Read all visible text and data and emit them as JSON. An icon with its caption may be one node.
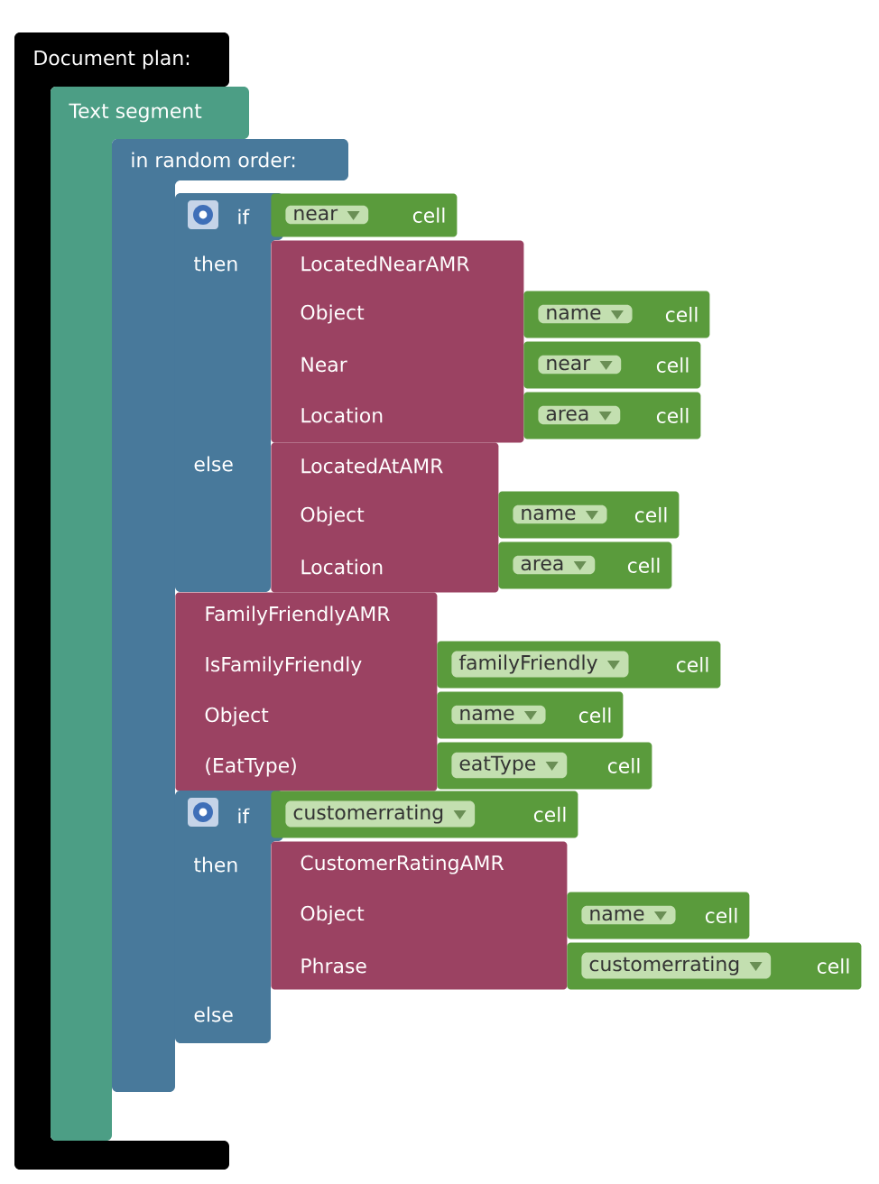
{
  "diagram": {
    "nodes": [
      {
        "text": [
          "Document plan:"
        ]
      },
      {
        "text": [
          "Text segment"
        ]
      },
      {
        "text": [
          "in random order:"
        ]
      },
      {
        "text": [
          "if",
          "then",
          "else"
        ]
      },
      {
        "text": [
          "cell"
        ]
      },
      {
        "text": [
          "near"
        ],
        "in": 4
      },
      {
        "text": [
          "LocatedNearAMR",
          "Object",
          "Near",
          "Location"
        ]
      },
      {
        "text": [
          "cell"
        ]
      },
      {
        "text": [
          "name"
        ],
        "in": 7
      },
      {
        "text": [
          "cell"
        ]
      },
      {
        "text": [
          "near"
        ],
        "in": 9
      },
      {
        "text": [
          "cell"
        ]
      },
      {
        "text": [
          "area"
        ],
        "in": 11
      },
      {
        "text": [
          "LocatedAtAMR",
          "Object",
          "Location"
        ]
      },
      {
        "text": [
          "cell"
        ]
      },
      {
        "text": [
          "name"
        ],
        "in": 14
      },
      {
        "text": [
          "cell"
        ]
      },
      {
        "text": [
          "area"
        ],
        "in": 16
      },
      {
        "text": [
          "FamilyFriendlyAMR",
          "IsFamilyFriendly",
          "Object",
          "(EatType)"
        ]
      },
      {
        "text": [
          "cell"
        ]
      },
      {
        "text": [
          "familyFriendly"
        ],
        "in": 19
      },
      {
        "text": [
          "cell"
        ]
      },
      {
        "text": [
          "name"
        ],
        "in": 21
      },
      {
        "text": [
          "cell"
        ]
      },
      {
        "text": [
          "eatType"
        ],
        "in": 23
      },
      {
        "text": [
          "if",
          "then",
          "else"
        ]
      },
      {
        "text": [
          "cell"
        ]
      },
      {
        "text": [
          "customerrating"
        ],
        "in": 26
      },
      {
        "text": [
          "CustomerRatingAMR",
          "Object",
          "Phrase"
        ]
      },
      {
        "text": [
          "cell"
        ]
      },
      {
        "text": [
          "name"
        ],
        "in": 29
      },
      {
        "text": [
          "cell"
        ]
      },
      {
        "text": [
          "customerrating"
        ],
        "in": 31
      }
    ]
  }
}
